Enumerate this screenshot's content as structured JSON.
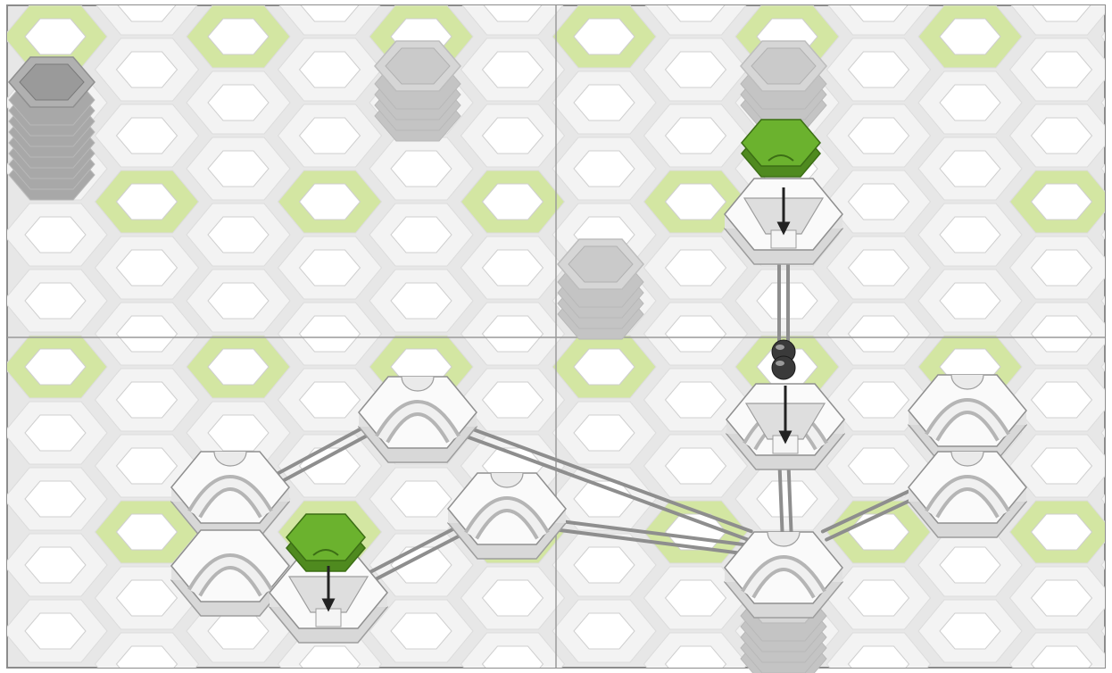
{
  "board": {
    "title": "",
    "colors": {
      "board": "#e7e7e7",
      "tile_face": "#f3f3f3",
      "hole": "#ffffff",
      "highlight": "#d3e6a2",
      "border": "#8c8c8c",
      "seam": "#9a9a9a",
      "stack_top": "#d6d6d6",
      "stack_side": "#c4c4c4",
      "dark_stack_top": "#b0b0b0",
      "piece_white": "#fafafa",
      "piece_shade": "#d8d8d8",
      "rail": "#8e8e8e",
      "green": "#6bb22e",
      "green_dark": "#4f8a1f",
      "ball": "#3a3a3a",
      "arrow": "#222222"
    },
    "base_plates": 4,
    "height_stacks": [
      {
        "id": "stack-tall-dark",
        "levels": 8,
        "tone": "dark"
      },
      {
        "id": "stack-top-middle",
        "levels": 4,
        "tone": "light"
      },
      {
        "id": "stack-top-right",
        "levels": 4,
        "tone": "light"
      },
      {
        "id": "stack-mid",
        "levels": 4,
        "tone": "light"
      },
      {
        "id": "stack-bottom-right",
        "levels": 5,
        "tone": "light"
      }
    ],
    "launch_pads": [
      {
        "id": "launch-pad-top",
        "color": "green",
        "arrow": "down"
      },
      {
        "id": "launch-pad-bottom-left",
        "color": "green",
        "arrow": "down"
      }
    ],
    "balls": 2,
    "flow_arrows": [
      "top-launch",
      "middle-landing",
      "bottom-left-landing"
    ]
  }
}
